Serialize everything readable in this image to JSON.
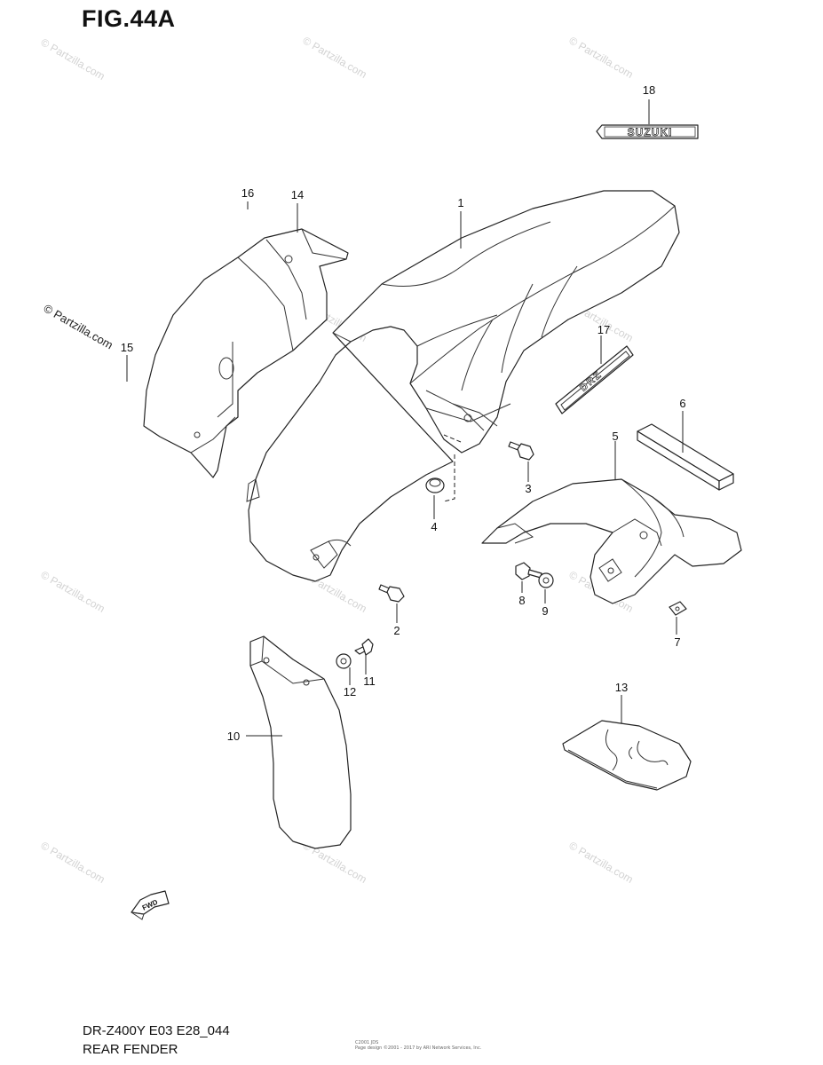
{
  "figure_title": "FIG.44A",
  "model_code": "DR-Z400Y E03 E28_044",
  "section_name": "REAR FENDER",
  "emblem_text": "SUZUKI",
  "emblem_17_text": "DRZ",
  "fwd_arrow_text": "FWD",
  "watermark_text": "© Partzilla.com",
  "fine_print": [
    "C2001 JDS",
    "Page design ©2001 - 2017 by ARI Network Services, Inc."
  ],
  "callouts": {
    "c1": "1",
    "c2": "2",
    "c3": "3",
    "c4": "4",
    "c5": "5",
    "c6": "6",
    "c7": "7",
    "c8": "8",
    "c9": "9",
    "c10": "10",
    "c11": "11",
    "c12": "12",
    "c13": "13",
    "c14": "14",
    "c15": "15",
    "c16": "16",
    "c17": "17",
    "c18": "18"
  }
}
